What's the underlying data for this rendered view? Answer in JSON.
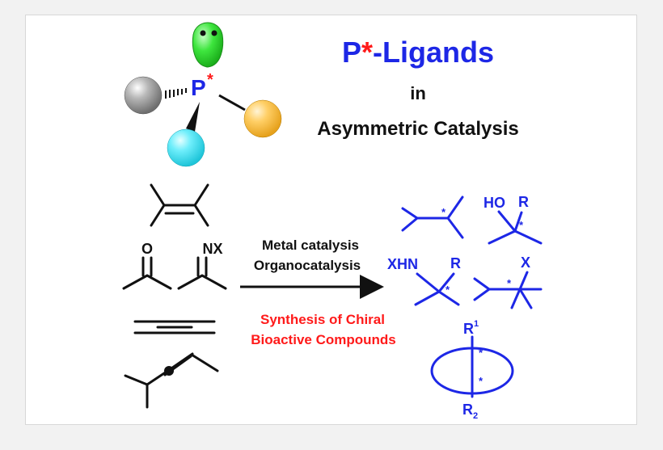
{
  "title": {
    "prefix": "P",
    "star": "*",
    "suffix": "-Ligands",
    "line2": "in",
    "line3": "Asymmetric Catalysis"
  },
  "phosphorus": {
    "symbol": "P",
    "star": "*"
  },
  "substrates": {
    "ketone_o": "O",
    "imine_nx": "NX"
  },
  "arrow": {
    "above_line1": "Metal catalysis",
    "above_line2": "Organocatalysis",
    "below_line1": "Synthesis of Chiral",
    "below_line2": "Bioactive Compounds"
  },
  "products": {
    "star": "*",
    "alcohol_ho": "HO",
    "alcohol_r": "R",
    "amine_xhn": "XHN",
    "amine_r": "R",
    "halide_x": "X",
    "bicycle_r1": "R",
    "bicycle_r1_sup": "1",
    "bicycle_r2": "R",
    "bicycle_r2_sub": "2"
  },
  "colors": {
    "title_blue": "#1d27e6",
    "star_red": "#ff1a1a",
    "green_lobe": "#2fd62f",
    "gray_sphere": "#9a9a9a",
    "orange_sphere": "#ffc24d",
    "cyan_sphere": "#4de3f2"
  }
}
